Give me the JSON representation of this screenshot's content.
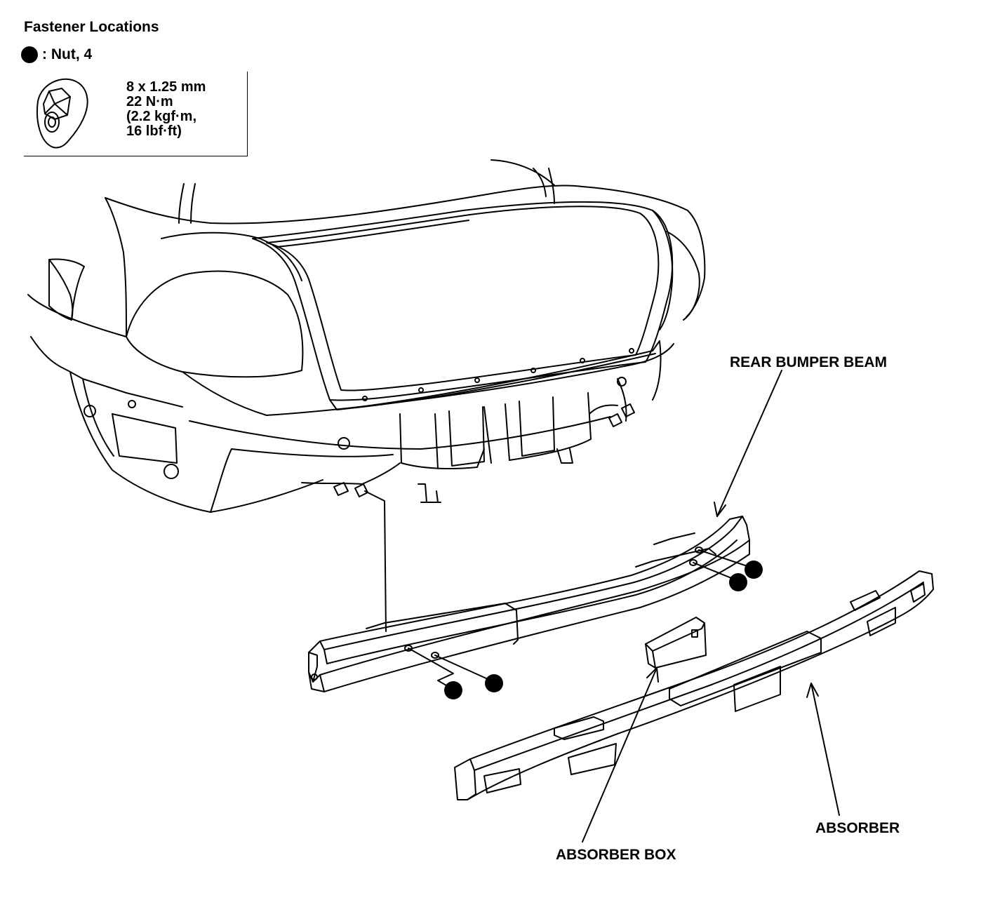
{
  "header": {
    "title": "Fastener Locations"
  },
  "legend": {
    "symbol": "filled-circle-icon",
    "text": ": Nut, 4"
  },
  "spec": {
    "line1": "8 x 1.25 mm",
    "line2": "22 N·m",
    "line3": "(2.2 kgf·m,",
    "line4": "16 lbf·ft)"
  },
  "callouts": {
    "rear_bumper_beam": "REAR BUMPER BEAM",
    "absorber_box": "ABSORBER BOX",
    "absorber": "ABSORBER"
  }
}
